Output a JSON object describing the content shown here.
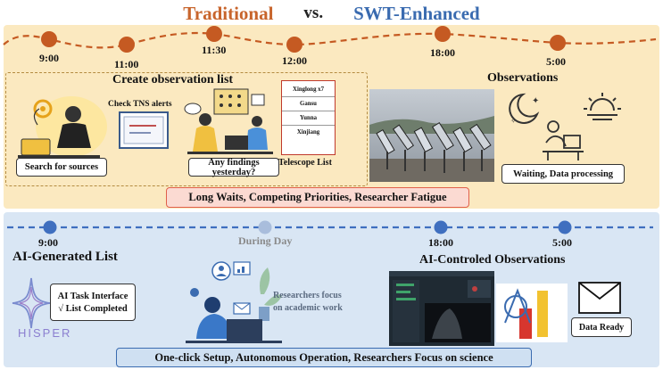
{
  "title": {
    "left": "Traditional",
    "middle": "vs.",
    "right": "SWT-Enhanced"
  },
  "colors": {
    "traditional": "#c8652c",
    "enhanced": "#3a6bb0",
    "top_panel": "#fbe9c0",
    "bottom_panel": "#d9e6f4",
    "top_banner_border": "#e0604a",
    "dot_orange": "#c55a22",
    "dot_blue": "#3f6fbf"
  },
  "traditional": {
    "times": [
      "9:00",
      "11:00",
      "11:30",
      "12:00",
      "18:00",
      "5:00"
    ],
    "create_title": "Create observation list",
    "check_tns": "Check TNS alerts",
    "search": "Search for sources",
    "findings": "Any findings yesterday?",
    "telescope_items": [
      "Xinglong x7",
      "Gansu",
      "Yunna",
      "Xinjiang"
    ],
    "telescope_caption": "Telescope List",
    "observations_title": "Observations",
    "waiting": "Waiting, Data processing",
    "banner": "Long Waits, Competing Priorities, Researcher Fatigue"
  },
  "enhanced": {
    "times": [
      "9:00",
      "During Day",
      "18:00",
      "5:00"
    ],
    "ai_list_title": "AI-Generated List",
    "task_line1": "AI Task Interface",
    "task_line2": "√ List Completed",
    "logo_text": "HISPER",
    "researchers_line1": "Researchers focus",
    "researchers_line2": "on academic work",
    "ai_obs_title": "AI-Controled Observations",
    "data_ready": "Data Ready",
    "banner": "One-click Setup, Autonomous Operation, Researchers Focus on science"
  },
  "icons": [
    "lightbulb-gear-icon",
    "laptop-icon",
    "monitor-icon",
    "chart-board-icon",
    "moon-star-icon",
    "sunrise-icon",
    "desk-worker-icon",
    "telescope-photo",
    "network-icon",
    "plant-icon",
    "envelope-icon",
    "software-screen",
    "ai-logo-icon",
    "star-logo-icon"
  ]
}
